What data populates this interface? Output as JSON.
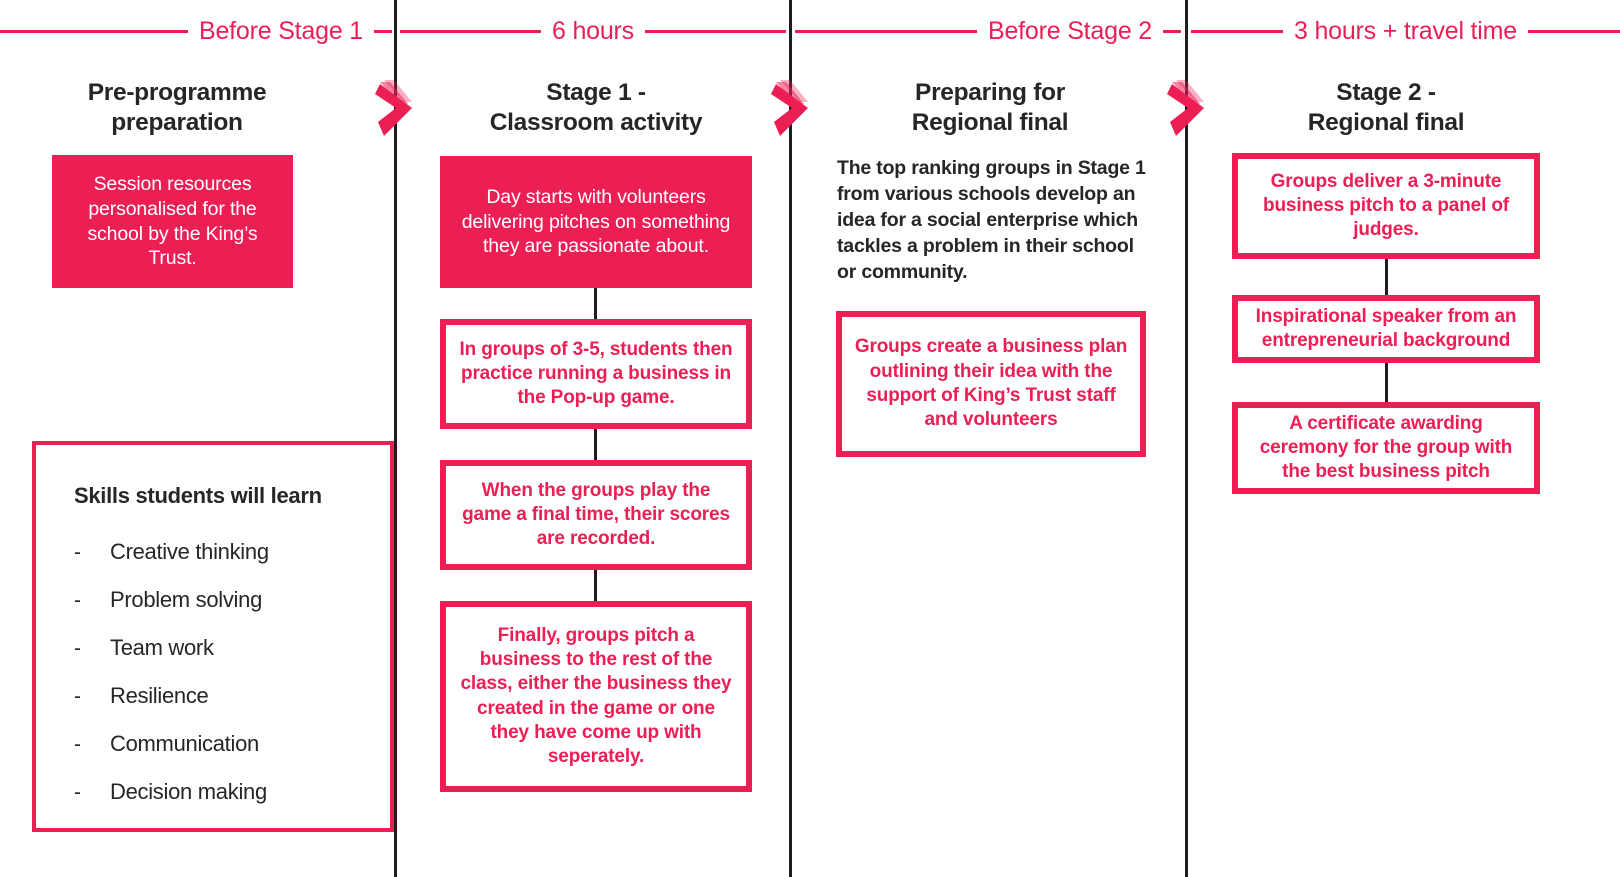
{
  "theme": {
    "accent": "#ec1f55",
    "ink": "#262629",
    "divider": "#1d1d1f",
    "paper": "#ffffff"
  },
  "headers": [
    {
      "label": "Before Stage 1"
    },
    {
      "label": "6 hours"
    },
    {
      "label": "Before Stage 2"
    },
    {
      "label": "3 hours + travel time"
    }
  ],
  "columns": [
    {
      "title": "Pre-programme\npreparation",
      "title_line1": "Pre-programme",
      "title_line2": "preparation",
      "boxes": [
        {
          "style": "filled",
          "text": "Session resources personalised for the school by the King’s Trust."
        }
      ]
    },
    {
      "title_line1": "Stage 1 -",
      "title_line2": "Classroom activity",
      "boxes": [
        {
          "style": "filled",
          "text": "Day starts with volunteers delivering pitches on something they are passionate about."
        },
        {
          "style": "outline",
          "text": "In groups of 3-5, students then practice running a business in the Pop-up game."
        },
        {
          "style": "outline",
          "text": "When the groups play the game a final time, their scores are recorded."
        },
        {
          "style": "outline",
          "text": "Finally, groups pitch a business to the rest of the class, either the business they created in the game or one they have come up with seperately."
        }
      ]
    },
    {
      "title_line1": "Preparing for",
      "title_line2": "Regional final",
      "paragraph": "The top ranking groups in Stage 1 from various schools develop an idea for a social enterprise which tackles a problem in their school or community.",
      "boxes": [
        {
          "style": "outline",
          "text": "Groups create a business plan outlining their idea with the support of King’s Trust staff and volunteers"
        }
      ]
    },
    {
      "title_line1": "Stage 2 -",
      "title_line2": "Regional final",
      "boxes": [
        {
          "style": "outline",
          "text": "Groups deliver a 3-minute business pitch to a panel of judges."
        },
        {
          "style": "outline",
          "text": "Inspirational speaker from an entrepreneurial background"
        },
        {
          "style": "outline",
          "text": "A certificate awarding ceremony for the group with the best business pitch"
        }
      ]
    }
  ],
  "skills_panel": {
    "title": "Skills students will learn",
    "bullet": "-",
    "items": [
      "Creative thinking",
      "Problem solving",
      "Team work",
      "Resilience",
      "Communication",
      "Decision making"
    ]
  }
}
